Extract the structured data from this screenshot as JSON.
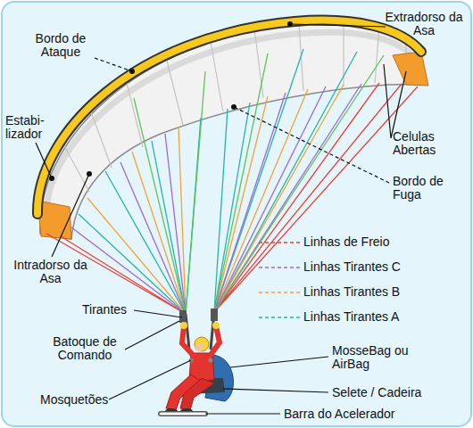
{
  "diagram": {
    "labels": [
      "Extradorso da Asa",
      "Bordo de Ataque",
      "Estabi- lizador",
      "Celulas Abertas",
      "Bordo de Fuga",
      "Intradorso da Asa",
      "Tirantes",
      "Batoque de Comando",
      "MosseBag ou AirBag",
      "Mosquetões",
      "Selete / Cadeira",
      "Barra do Acelerador"
    ],
    "legend": [
      {
        "text": "Linhas de Freio"
      },
      {
        "text": "Linhas Tirantes C"
      },
      {
        "text": "Linhas Tirantes B"
      },
      {
        "text": "Linhas Tirantes A"
      }
    ]
  }
}
